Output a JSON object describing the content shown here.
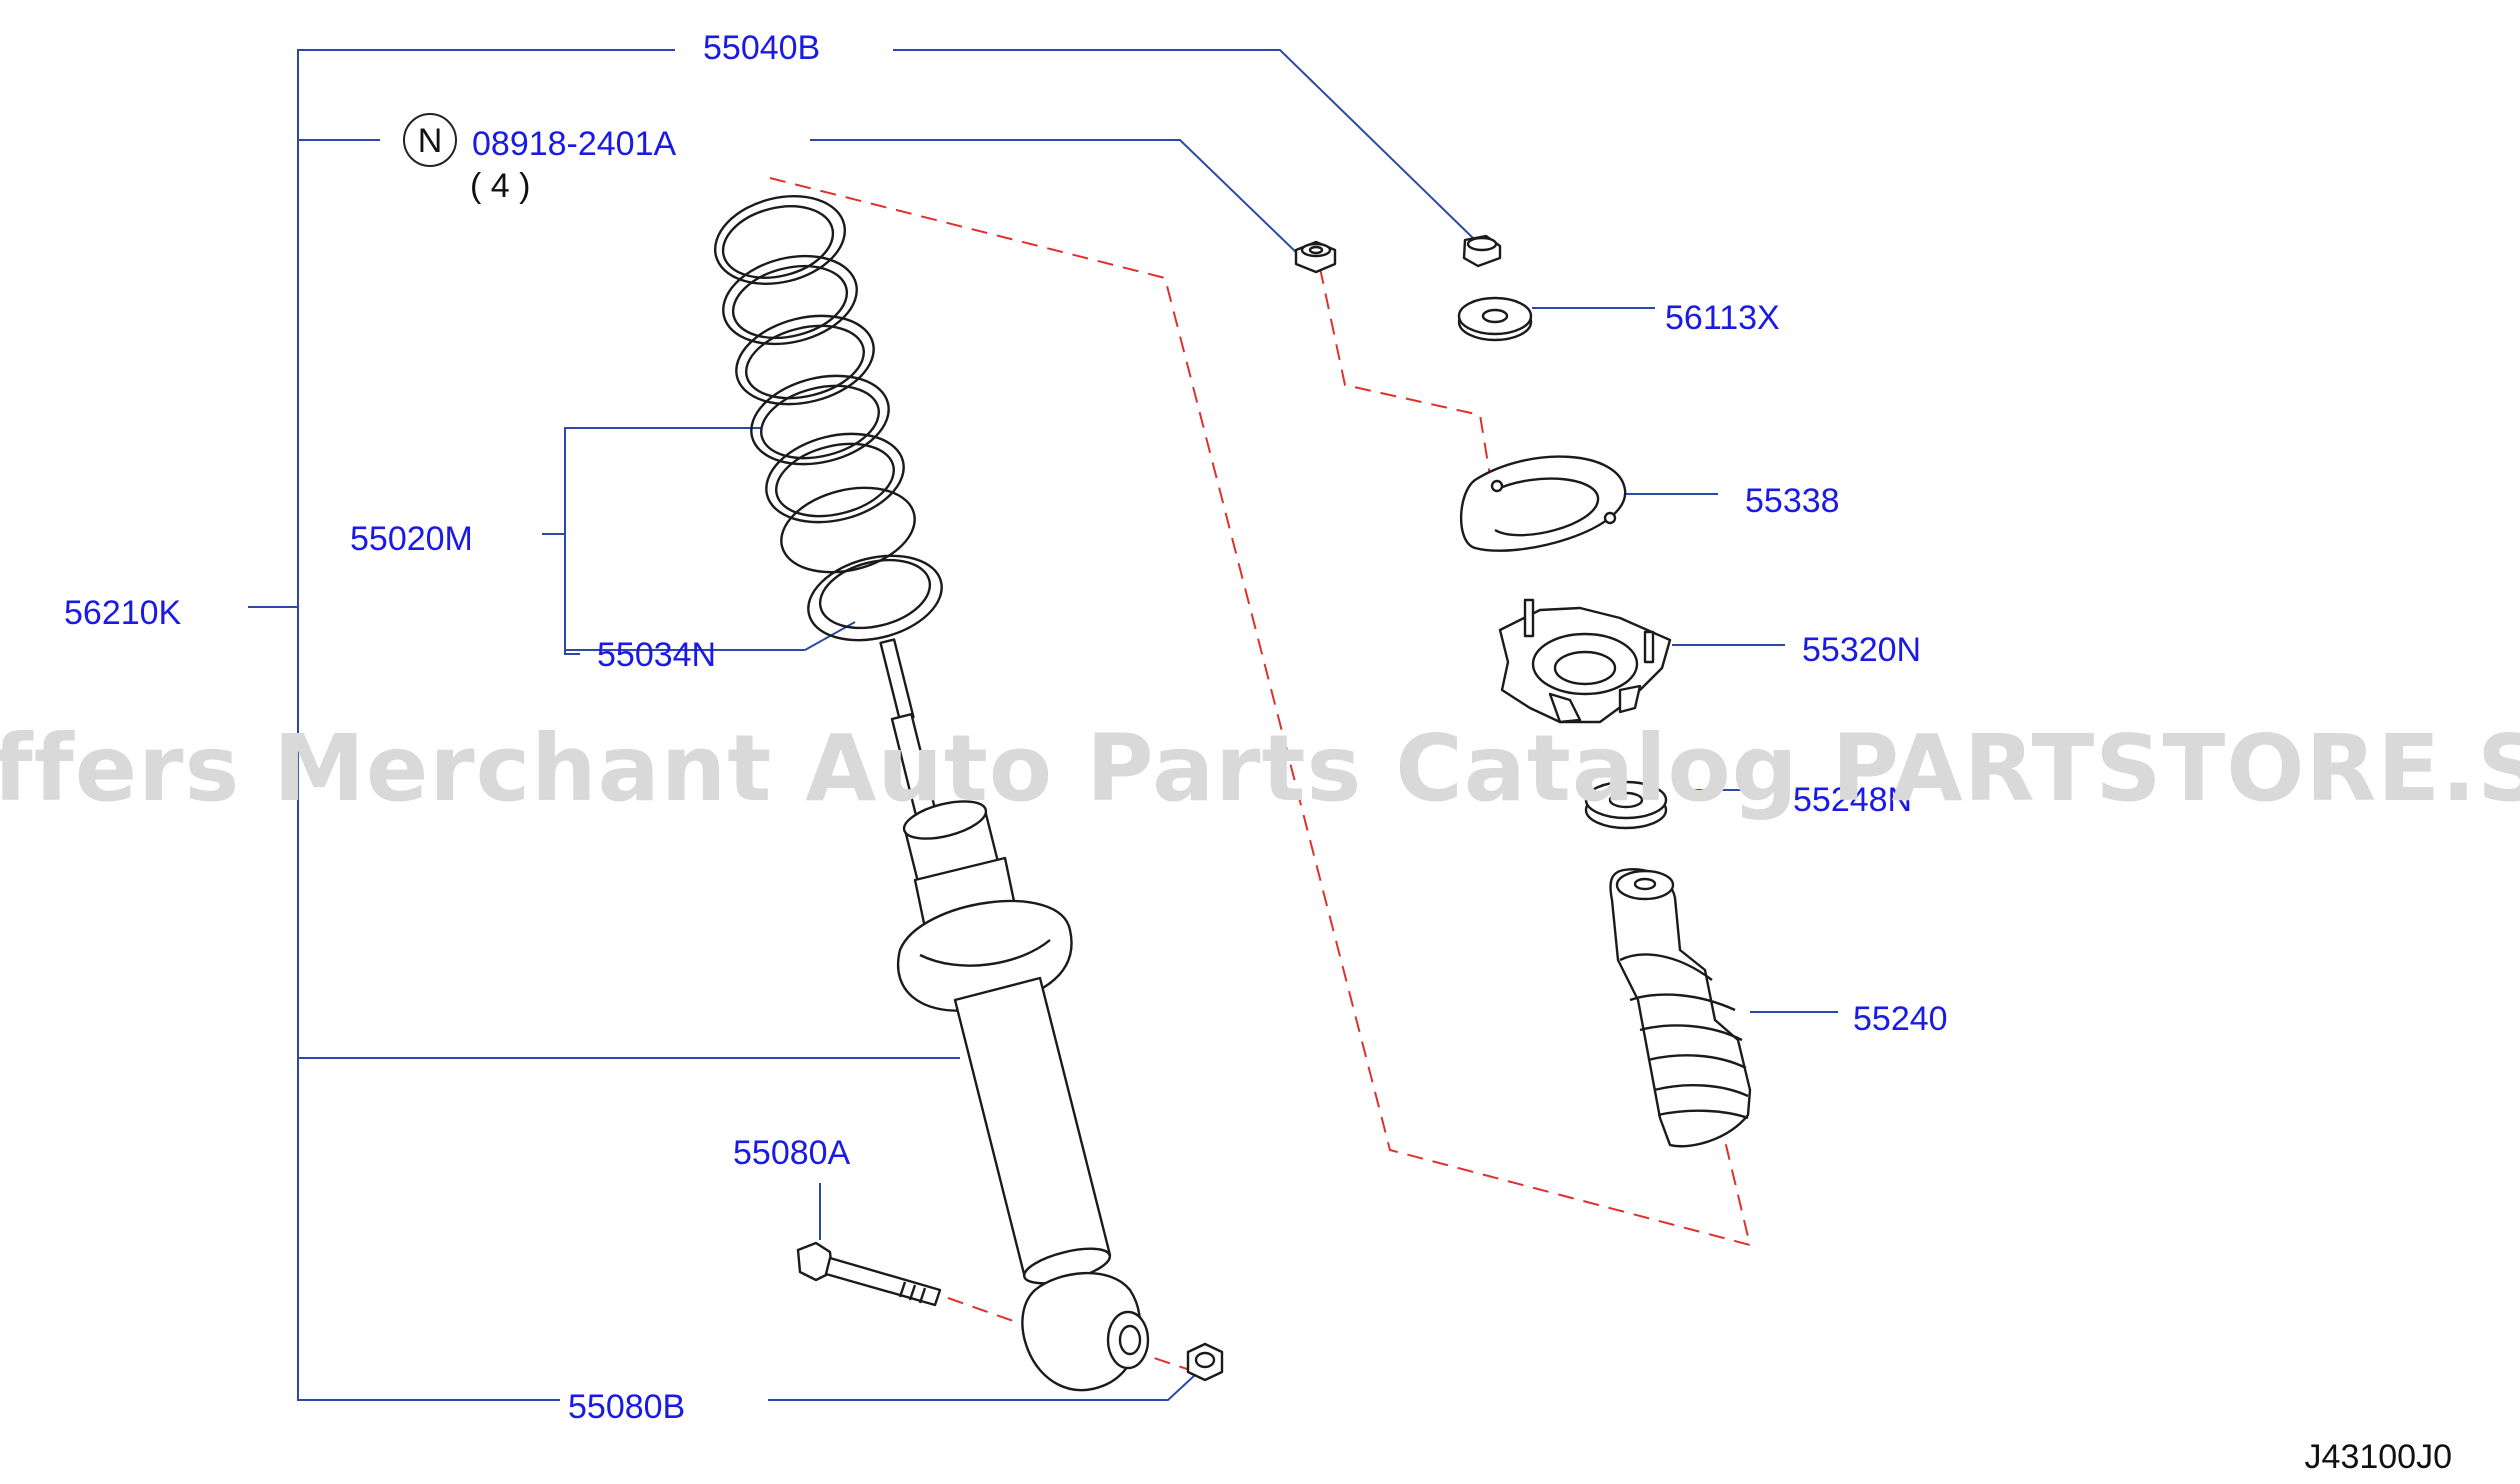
{
  "diagram_code": "J43100J0",
  "watermark": "Offers Merchant Auto Parts Catalog PARTSTORE.SA",
  "note_symbol": "N",
  "parts": {
    "p55040B": "55040B",
    "p08918": "08918-2401A",
    "p08918_qty": "( 4 )",
    "p56113X": "56113X",
    "p55338": "55338",
    "p55320N": "55320N",
    "p55248N": "55248N",
    "p55240": "55240",
    "p55020M": "55020M",
    "p55034N": "55034N",
    "p56210K": "56210K",
    "p55080A": "55080A",
    "p55080B": "55080B"
  },
  "colors": {
    "label": "#1a1ae6",
    "leader": "#2b4aa8",
    "dash": "#e0302e",
    "watermark": "#d9d9d9"
  }
}
